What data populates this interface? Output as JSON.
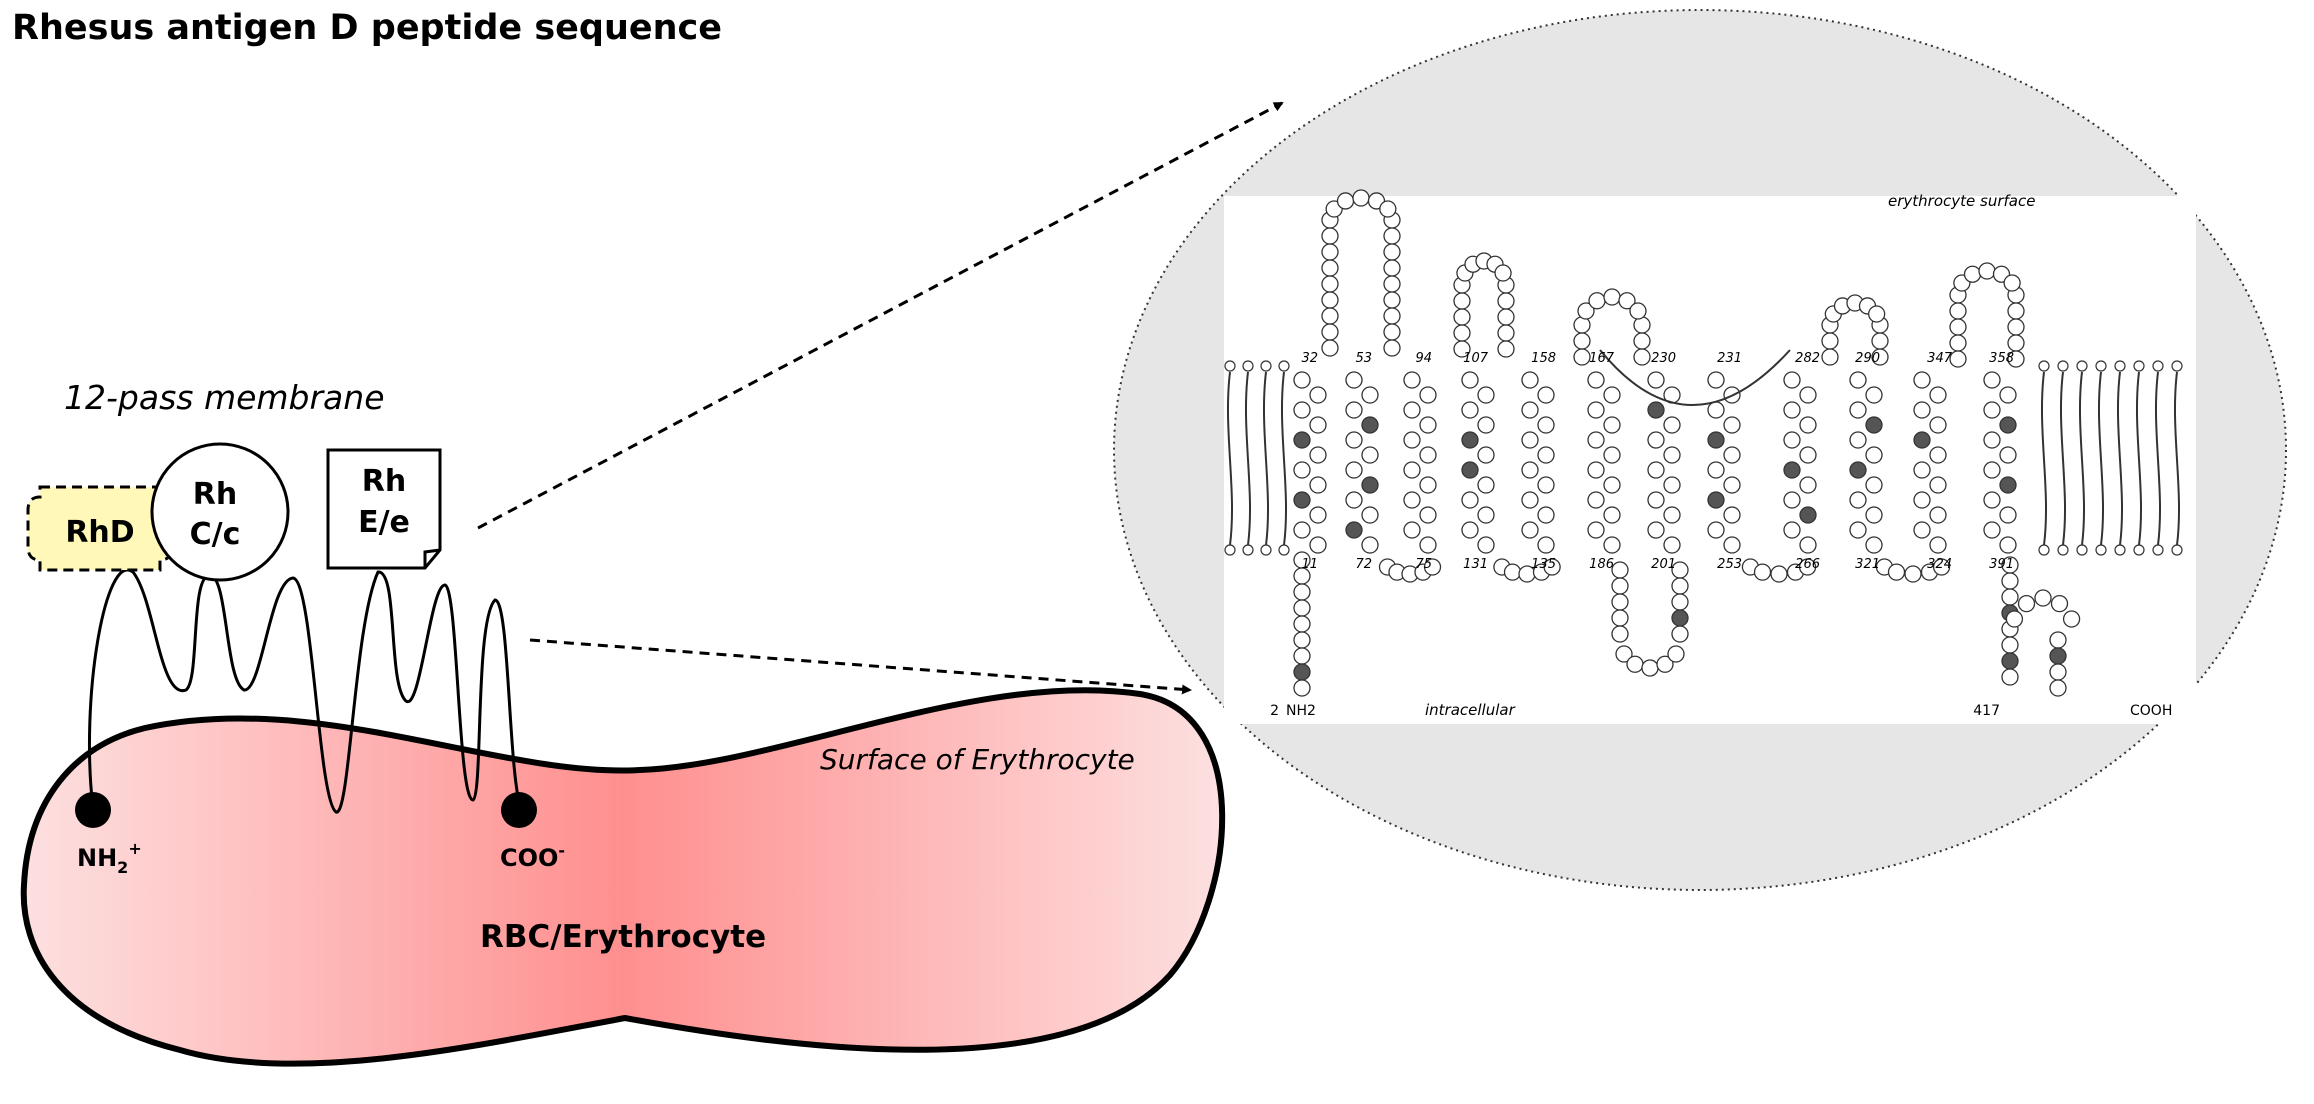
{
  "title": "Rhesus antigen D peptide sequence",
  "membrane_label": "12-pass membrane",
  "antigens": {
    "rhd": "RhD",
    "rhcc_line1": "Rh",
    "rhcc_line2": "C/c",
    "rhee_line1": "Rh",
    "rhee_line2": "E/e"
  },
  "terminals": {
    "n_main": "NH",
    "n_sub": "2",
    "n_sup": "+",
    "c_main": "COO",
    "c_sup": "-"
  },
  "cell": {
    "surface_label": "Surface of Erythrocyte",
    "body_label": "RBC/Erythrocyte"
  },
  "zoom": {
    "surface_label": "erythrocyte surface",
    "intracellular_label": "intracellular",
    "nh2_label": "NH2",
    "cooh_label": "COOH",
    "start_number": "2",
    "end_number": "417",
    "top_numbers": [
      "32",
      "53",
      "94",
      "107",
      "158",
      "167",
      "230",
      "231",
      "282",
      "290",
      "347",
      "358"
    ],
    "bottom_numbers": [
      "11",
      "72",
      "75",
      "131",
      "135",
      "186",
      "201",
      "253",
      "266",
      "321",
      "324",
      "391"
    ]
  },
  "colors": {
    "cell_center": "#ff8f8f",
    "cell_edge": "#fde0e0",
    "rhd_fill": "#fff8b8",
    "zoom_background": "#e6e6e6",
    "residue_dark": "#555555"
  }
}
